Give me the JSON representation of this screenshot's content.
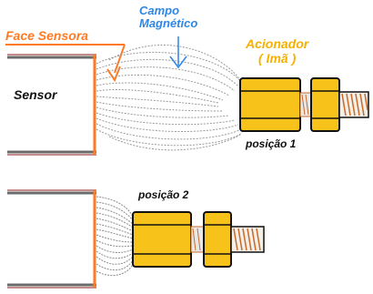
{
  "labels": {
    "face_sensora": "Face Sensora",
    "campo_line1": "Campo",
    "campo_line2": "Magnético",
    "acionador_line1": "Acionador",
    "acionador_line2": "( Imã )",
    "sensor": "Sensor",
    "posicao1": "posição 1",
    "posicao2": "posição 2"
  },
  "colors": {
    "face": "#ff7a22",
    "field": "#2e86e6",
    "actuator": "#f5b100",
    "actuator_fill": "#f7c21a",
    "spring": "#c96a2a",
    "sensor_border": "#6b6b6b",
    "sensor_edge": "#8b1a1a"
  }
}
